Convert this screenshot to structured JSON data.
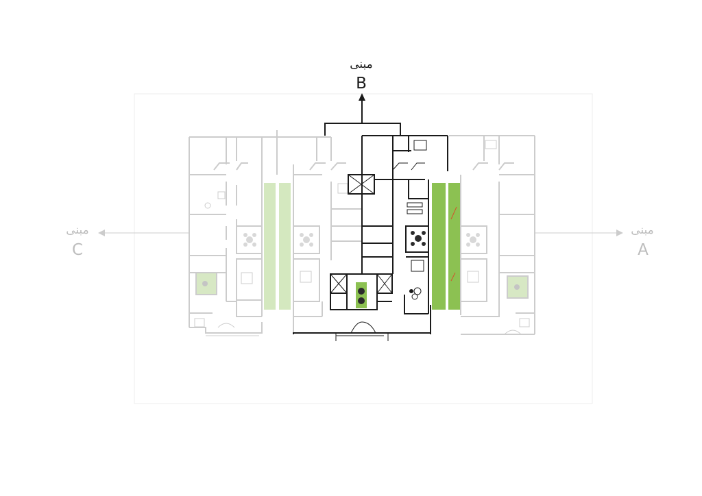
{
  "labels": {
    "building_b": {
      "name": "مبنی",
      "letter": "B"
    },
    "building_c": {
      "name": "مبنی",
      "letter": "C"
    },
    "building_a": {
      "name": "مبنی",
      "letter": "A"
    }
  },
  "colors": {
    "active_wall": "#1a1a1a",
    "faded_wall": "#c8c8c8",
    "faded_label": "#bdbdbd",
    "green_active": "#8cc152",
    "green_faded": "#d4e8bf",
    "frame": "#ececec"
  }
}
